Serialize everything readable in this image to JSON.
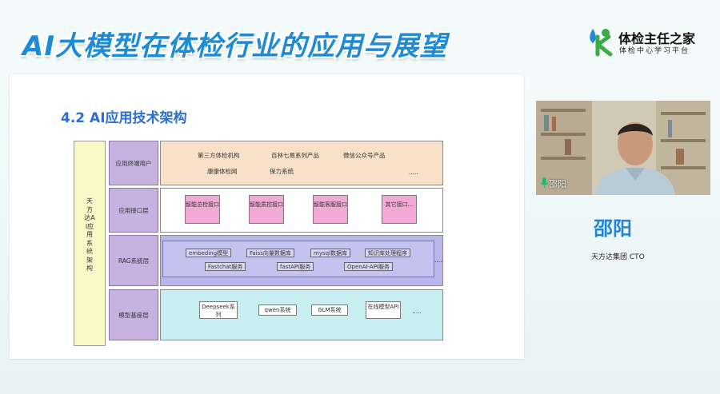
{
  "header": {
    "title": "AI大模型在体检行业的应用与展望",
    "logo_name": "体检主任之家",
    "logo_sub": "体检中心学习平台"
  },
  "slide": {
    "heading": "4.2 AI应用技术架构",
    "side_label": "天方达AI应用系统架构",
    "layers": {
      "users": {
        "label": "应用终端用户",
        "items": [
          "第三方体检机构",
          "百林七易系列产品",
          "微信公众号产品",
          "康康体检网",
          "保力系统",
          "....."
        ]
      },
      "interface": {
        "label": "应用接口层",
        "items": [
          "智能总检接口",
          "智能质控接口",
          "智能客服接口",
          "其它接口..."
        ]
      },
      "rag": {
        "label": "RAG系统层",
        "row1": [
          "embeding模型",
          "Faiss向量数据库",
          "mysql数据库",
          "知识库处理程序"
        ],
        "row2": [
          "Fastchat服务",
          "fastAPI服务",
          "OpenAI-API服务"
        ],
        "more": "....."
      },
      "model": {
        "label": "模型基座层",
        "items": [
          "Deepseek系列",
          "qwen系统",
          "GLM系统",
          "在线模型API"
        ],
        "more": "....."
      }
    }
  },
  "video": {
    "cam_name": "邵阳",
    "speaker_name": "邵阳",
    "speaker_title": "天方达集团 CTO"
  },
  "colors": {
    "title_blue": "#1e8bd8",
    "heading_blue": "#2a6fd1",
    "logo_green": "#3daa47",
    "logo_blue": "#1f8ad8",
    "side_yellow": "#faf8c4",
    "layer_purple": "#c8b3e0",
    "users_bg": "#f9e0c8",
    "interface_pink": "#f3a9d6",
    "rag_bg": "#b9b6ea",
    "model_bg": "#c9eef2"
  },
  "icons": [
    "logo-mark-icon",
    "microphone-icon"
  ]
}
